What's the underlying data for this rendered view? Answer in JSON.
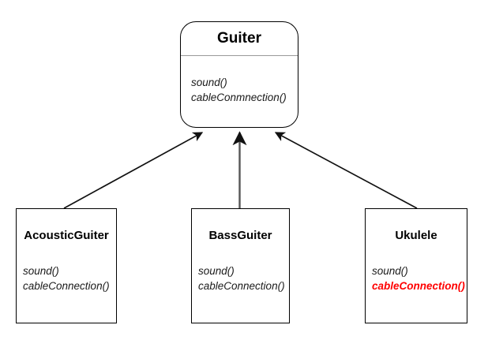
{
  "diagram": {
    "type": "uml-class-inheritance",
    "background_color": "#ffffff",
    "line_color": "#000000",
    "override_color": "#ff0000"
  },
  "parent_class": {
    "name": "Guiter",
    "methods": [
      {
        "label": "sound()",
        "overridden": false
      },
      {
        "label": "cableConmnection()",
        "overridden": false
      }
    ]
  },
  "child_classes": [
    {
      "name": "AcousticGuiter",
      "methods": [
        {
          "label": "sound()",
          "overridden": false
        },
        {
          "label": "cableConnection()",
          "overridden": false
        }
      ]
    },
    {
      "name": "BassGuiter",
      "methods": [
        {
          "label": "sound()",
          "overridden": false
        },
        {
          "label": "cableConnection()",
          "overridden": false
        }
      ]
    },
    {
      "name": "Ukulele",
      "methods": [
        {
          "label": "sound()",
          "overridden": false
        },
        {
          "label": "cableConnection()",
          "overridden": true
        }
      ]
    }
  ],
  "relationships": [
    {
      "from": "AcousticGuiter",
      "to": "Guiter",
      "kind": "inheritance"
    },
    {
      "from": "BassGuiter",
      "to": "Guiter",
      "kind": "inheritance"
    },
    {
      "from": "Ukulele",
      "to": "Guiter",
      "kind": "inheritance"
    }
  ]
}
